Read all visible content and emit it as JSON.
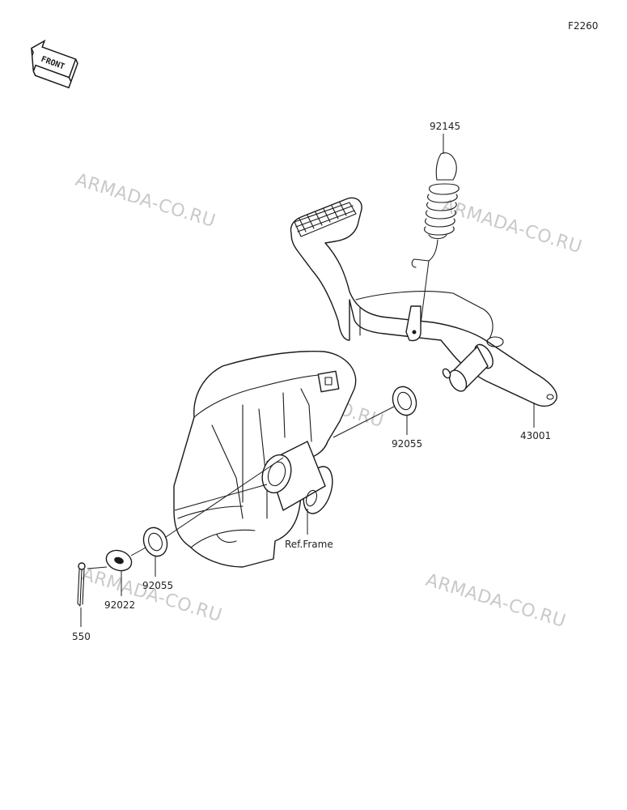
{
  "figure_code": "F2260",
  "front_label": "FRONT",
  "watermarks": [
    "ARMADA-CO.RU",
    "ARMADA-CO.RU",
    "ARMADA-CO.RU",
    "ARMADA-CO.RU",
    "ARMADA-CO.RU"
  ],
  "callouts": {
    "spring": "92145",
    "pedal": "43001",
    "washer_upper": "92055",
    "frame_ref": "Ref.Frame",
    "washer_lower": "92055",
    "washer_plain": "92022",
    "cotter_pin": "550"
  }
}
